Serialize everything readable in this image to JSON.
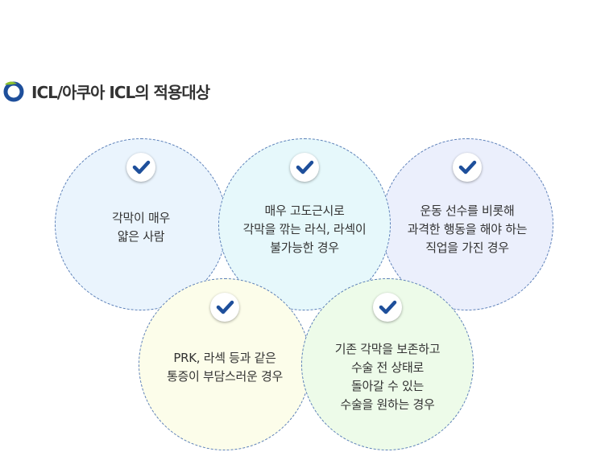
{
  "title": "ICL/아쿠아 ICL의 적용대상",
  "colors": {
    "accent": "#1e4f9b",
    "ring": "#5b7fb8",
    "leaf": "#8bbf2f"
  },
  "items": [
    {
      "lines": [
        "각막이 매우",
        "얇은 사람"
      ],
      "bg": "#eaf4fd"
    },
    {
      "lines": [
        "매우 고도근시로",
        "각막을 깎는 라식, 라섹이",
        "불가능한 경우"
      ],
      "bg": "#e6f8fb"
    },
    {
      "lines": [
        "운동 선수를 비롯해",
        "과격한 행동을 해야 하는",
        "직업을 가진 경우"
      ],
      "bg": "#ebeffc"
    },
    {
      "lines": [
        "PRK, 라섹 등과 같은",
        "통증이 부담스러운 경우"
      ],
      "bg": "#fcfdea"
    },
    {
      "lines": [
        "기존 각막을 보존하고",
        "수술 전 상태로",
        "돌아갈 수 있는",
        "수술을 원하는 경우"
      ],
      "bg": "#edfbe9"
    }
  ]
}
